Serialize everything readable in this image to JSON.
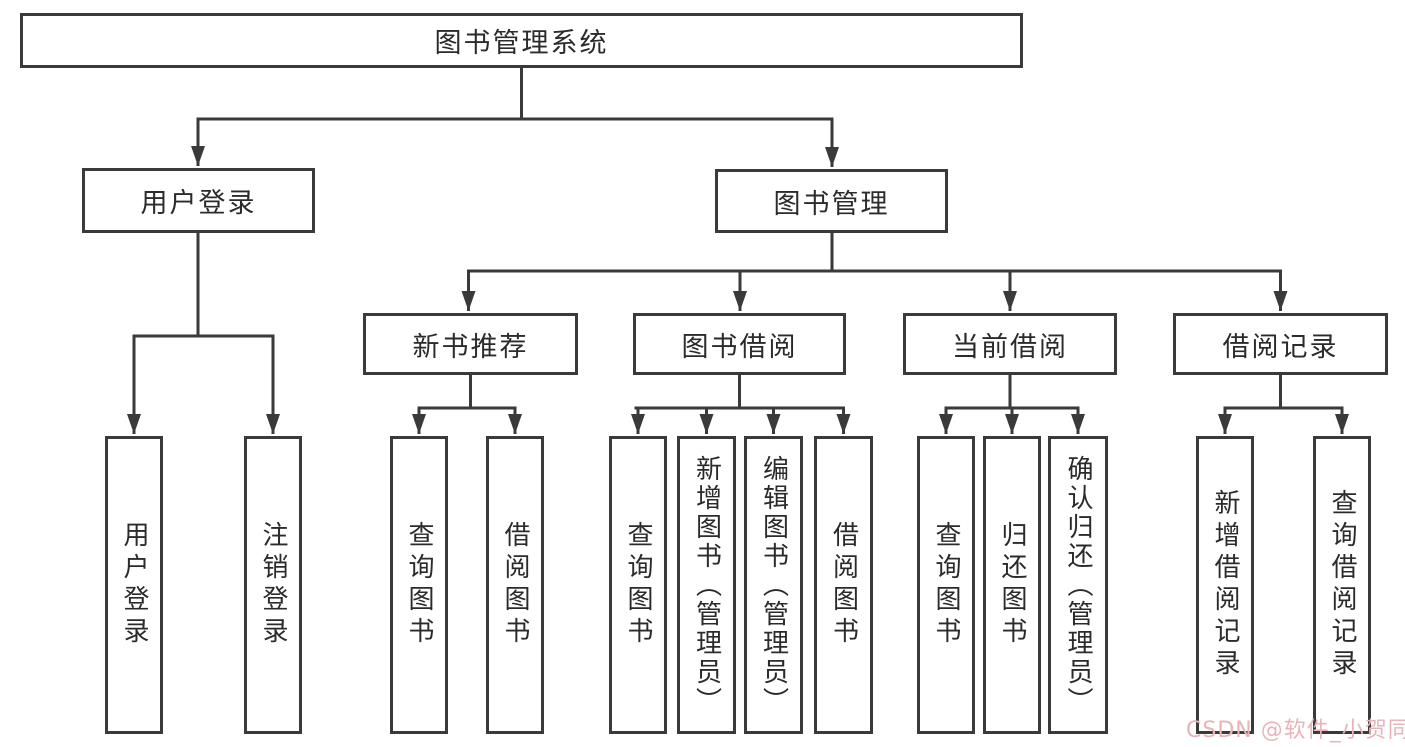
{
  "diagram": {
    "title": "图书管理系统",
    "type": "hierarchy-tree",
    "colors": {
      "line": "#3a3a3a",
      "text": "#2b2b2b",
      "box_background": "#ffffff",
      "watermark": "#e8b4b8"
    },
    "tree": {
      "root": {
        "label": "图书管理系统",
        "children": [
          {
            "label": "用户登录",
            "children": [
              {
                "label": "用户登录"
              },
              {
                "label": "注销登录"
              }
            ]
          },
          {
            "label": "图书管理",
            "children": [
              {
                "label": "新书推荐",
                "children": [
                  {
                    "label": "查询图书"
                  },
                  {
                    "label": "借阅图书"
                  }
                ]
              },
              {
                "label": "图书借阅",
                "children": [
                  {
                    "label": "查询图书"
                  },
                  {
                    "label": "新增图书（管理员）"
                  },
                  {
                    "label": "编辑图书（管理员）"
                  },
                  {
                    "label": "借阅图书"
                  }
                ]
              },
              {
                "label": "当前借阅",
                "children": [
                  {
                    "label": "查询图书"
                  },
                  {
                    "label": "归还图书"
                  },
                  {
                    "label": "确认归还（管理员）"
                  }
                ]
              },
              {
                "label": "借阅记录",
                "children": [
                  {
                    "label": "新增借阅记录"
                  },
                  {
                    "label": "查询借阅记录"
                  }
                ]
              }
            ]
          }
        ]
      }
    },
    "watermark": {
      "text": "CSDN @软件_小贺同学"
    }
  }
}
